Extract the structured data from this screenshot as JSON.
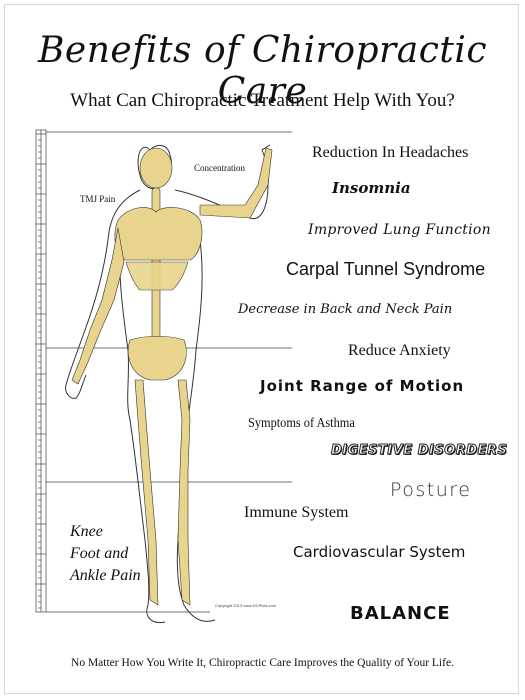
{
  "header": {
    "title": "Benefits of Chiropractic Care",
    "subtitle": "What Can Chiropractic Treatment Help With You?"
  },
  "figure": {
    "labels": {
      "concentration": "Concentration",
      "tmj": "TMJ Pain",
      "knee_foot_ankle": "Knee\nFoot and\nAnkle Pain",
      "copyright": "Copyright 2013 www.DCPlots.com"
    },
    "bone_color": "#e8d48c",
    "outline_color": "#333333"
  },
  "benefits": [
    "Reduction In Headaches",
    "Insomnia",
    "Improved Lung Function",
    "Carpal Tunnel Syndrome",
    "Decrease in Back and Neck Pain",
    "Reduce Anxiety",
    "Joint Range of Motion",
    "Symptoms of Asthma",
    "DIGESTIVE DISORDERS",
    "Posture",
    "Immune System",
    "Cardiovascular System",
    "BALANCE"
  ],
  "footer": "No Matter How You Write It, Chiropractic Care Improves the Quality of Your Life."
}
